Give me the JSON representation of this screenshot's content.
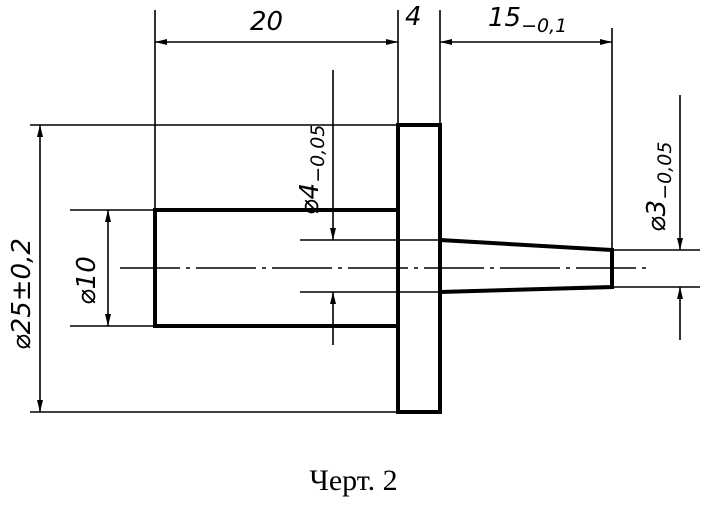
{
  "dimensions": {
    "length_body": "20",
    "flange_thickness": "4",
    "pin_length": "15",
    "pin_length_tol": "−0,1",
    "flange_diameter": "⌀25±0,2",
    "body_diameter": "⌀10",
    "bore_diameter": "⌀4",
    "bore_diameter_tol": "−0,05",
    "pin_diameter": "⌀3",
    "pin_diameter_tol": "−0,05"
  },
  "caption": "Черт. 2"
}
